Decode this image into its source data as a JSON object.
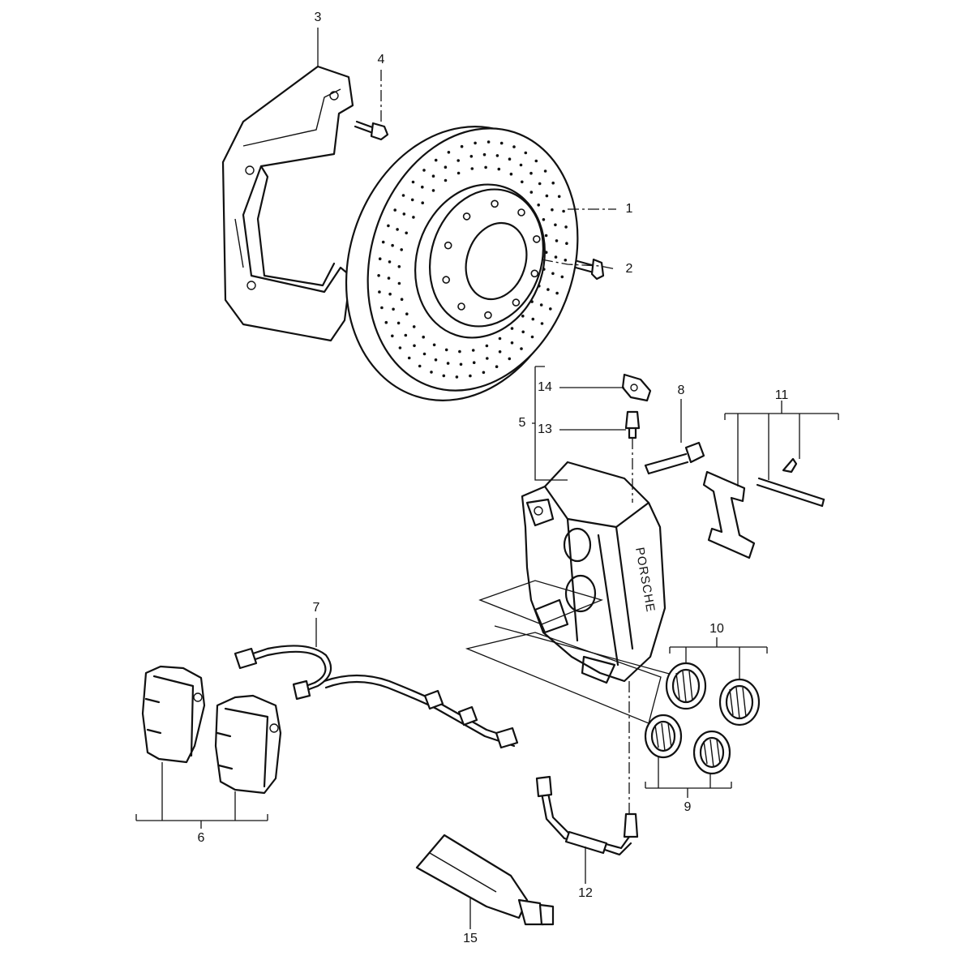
{
  "diagram": {
    "brand_text": "PORSCHE",
    "callouts": {
      "disc": "1",
      "disc_screw": "2",
      "splash_shield": "3",
      "shield_bolt": "4",
      "caliper": "5",
      "pad_set": "6",
      "wear_sensor": "7",
      "caliper_bolt": "8",
      "seal_kit_small": "9",
      "seal_kit_large": "10",
      "pad_retainer_kit": "11",
      "brake_line": "12",
      "bleed_valve": "13",
      "bleed_cap": "14",
      "paste_tube": "15"
    }
  }
}
